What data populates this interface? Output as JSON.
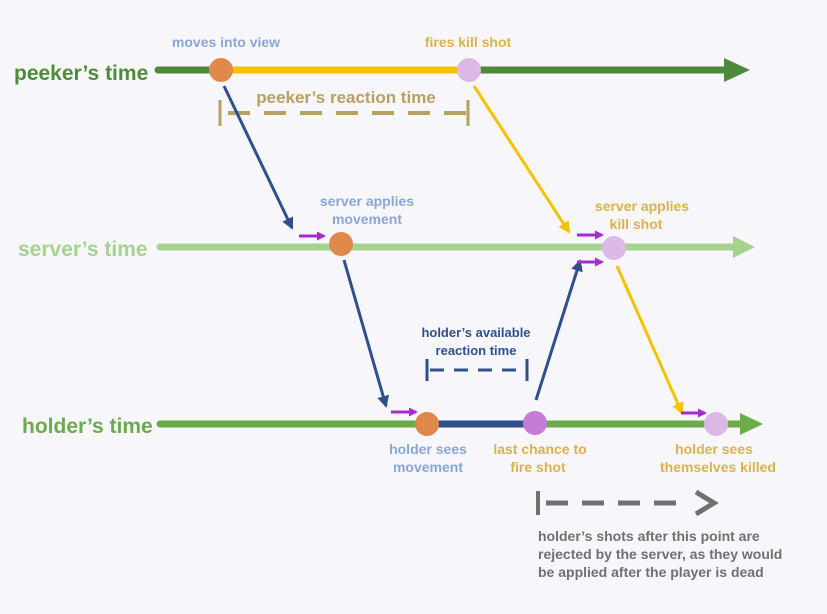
{
  "timelines": {
    "peeker": "peeker’s time",
    "server": "server’s time",
    "holder": "holder’s time"
  },
  "events": {
    "moves_into_view": "moves into view",
    "fires_kill_shot": "fires kill shot",
    "server_applies_movement": [
      "server applies",
      "movement"
    ],
    "server_applies_kill_shot": [
      "server applies",
      "kill shot"
    ],
    "holder_sees_movement": [
      "holder sees",
      "movement"
    ],
    "last_chance": [
      "last chance to",
      "fire shot"
    ],
    "holder_sees_killed": [
      "holder sees",
      "themselves killed"
    ]
  },
  "intervals": {
    "peeker_reaction": "peeker’s reaction time",
    "holder_available": [
      "holder’s available",
      "reaction time"
    ]
  },
  "note": [
    "holder’s shots after this point are",
    "rejected by the server, as they would",
    "be applied after the player is dead"
  ],
  "colors": {
    "peeker_line": "#4f8a3a",
    "server_line": "#a7d18f",
    "holder_line": "#6aab4a",
    "movement": "#2f4f8f",
    "shot": "#f6c200",
    "orange_dot": "#e0894a",
    "pink_dot": "#dbb8e6",
    "purple_dot": "#c57cd6",
    "delay_arrow": "#a72bd1",
    "peeker_interval": "#b8a060",
    "holder_interval": "#2f4f8f",
    "blue_text": "#8aa6d4",
    "gold_text": "#d9b34a",
    "gray": "#707070"
  }
}
